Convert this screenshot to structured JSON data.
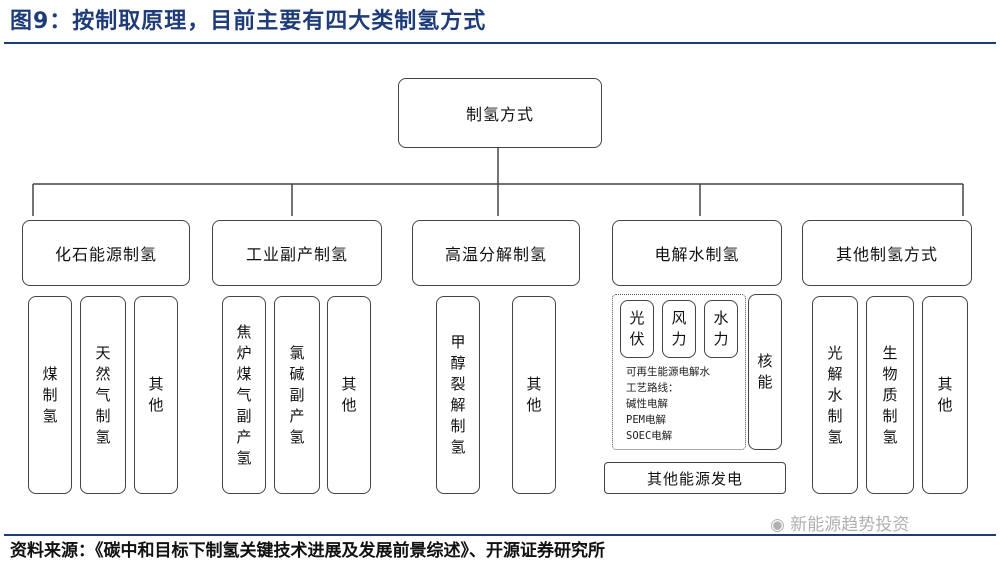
{
  "figure_title": "图9：按制取原理，目前主要有四大类制氢方式",
  "root": "制氢方式",
  "categories": [
    {
      "label": "化石能源制氢",
      "children": [
        "煤制氢",
        "天然气制氢",
        "其他"
      ]
    },
    {
      "label": "工业副产制氢",
      "children": [
        "焦炉煤气副产氢",
        "氯碱副产氢",
        "其他"
      ]
    },
    {
      "label": "高温分解制氢",
      "children": [
        "甲醇裂解制氢",
        "其他"
      ]
    },
    {
      "label": "电解水制氢",
      "children": [
        "光伏",
        "风力",
        "水力",
        "核能"
      ]
    },
    {
      "label": "其他制氢方式",
      "children": [
        "光解水制氢",
        "生物质制氢",
        "其他"
      ]
    }
  ],
  "electrolysis_note": [
    "可再生能源电解水",
    "工艺路线：",
    "碱性电解",
    "PEM电解",
    "SOEC电解"
  ],
  "other_power": "其他能源发电",
  "source": "资料来源：《碳中和目标下制氢关键技术进展及发展前景综述》、开源证券研究所",
  "watermark": "新能源趋势投资"
}
